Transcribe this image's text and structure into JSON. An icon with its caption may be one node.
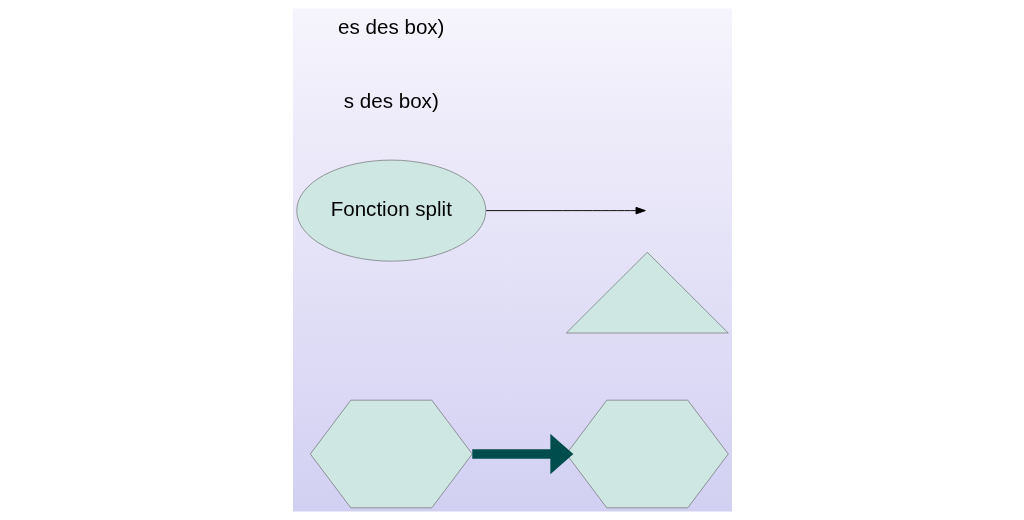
{
  "diagram": {
    "nodes": [
      {
        "text": [],
        "shape": "hexagon"
      },
      {
        "text": [],
        "shape": "triangle"
      },
      {
        "text": [],
        "shape": "hexagon"
      },
      {
        "text": [
          "Fonction split"
        ]
      }
    ],
    "edges": [
      {
        "from": 0,
        "to": 2,
        "arrow": "to",
        "style": "thick",
        "color": "#004d4d"
      },
      {
        "from": 3,
        "to": null,
        "arrow": "to"
      }
    ],
    "labels": [
      "es des box)",
      "s des box)"
    ]
  }
}
